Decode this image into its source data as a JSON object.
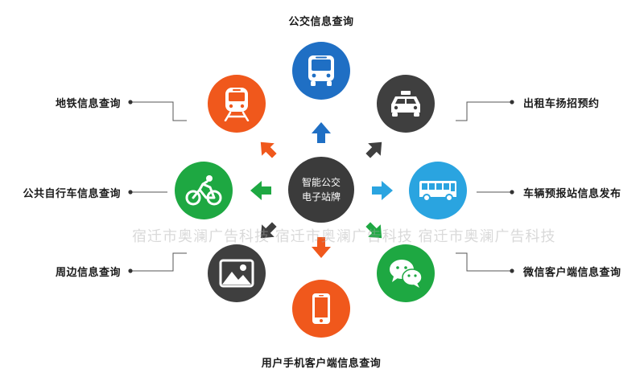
{
  "center": {
    "line1": "智能公交",
    "line2": "电子站牌"
  },
  "labels": {
    "bus": "公交信息查询",
    "taxi": "出租车扬招预约",
    "station": "车辆预报站信息发布",
    "wechat": "微信客户端信息查询",
    "phone": "用户手机客户端信息查询",
    "nearby": "周边信息查询",
    "bike": "公共自行车信息查询",
    "metro": "地铁信息查询"
  },
  "watermark": "宿迁市奥澜广告科技 宿迁市奥澜广告科技 宿迁市奥澜广告科技",
  "colors": {
    "bus": "#1f6fc4",
    "taxi": "#3f3f3f",
    "station": "#2aa4e0",
    "wechat": "#1ea842",
    "phone": "#f0581c",
    "nearby": "#3f3f3f",
    "bike": "#1ea842",
    "metro": "#f0581c",
    "center": "#3b3b3b"
  }
}
